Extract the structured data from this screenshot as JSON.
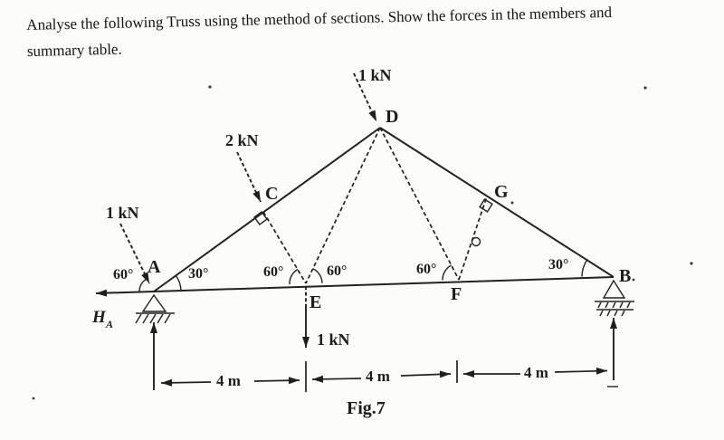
{
  "page": {
    "paper_color": "#fcfcfb",
    "ink_color": "#1f1f1f"
  },
  "problem": {
    "line1": "Analyse the following Truss using the method of sections. Show the forces in the members and",
    "line2": "summary table."
  },
  "figure": {
    "caption": "Fig.7",
    "joints": {
      "A": "A",
      "B": "B",
      "C": "C",
      "D": "D",
      "E": "E",
      "F": "F",
      "G": "G"
    },
    "loads": {
      "at_D": "1 kN",
      "at_C": "2 kN",
      "at_A": "1 kN",
      "at_E": "1 kN"
    },
    "reaction": {
      "symbol": "H",
      "subscript": "A"
    },
    "angles": {
      "at_A_left": "60°",
      "at_A_right": "30°",
      "at_E_left": "60°",
      "at_E_right": "60°",
      "at_F": "60°",
      "at_B": "30°"
    },
    "dimensions": {
      "span1": "4 m",
      "span2": "4 m",
      "span3": "4 m"
    }
  }
}
